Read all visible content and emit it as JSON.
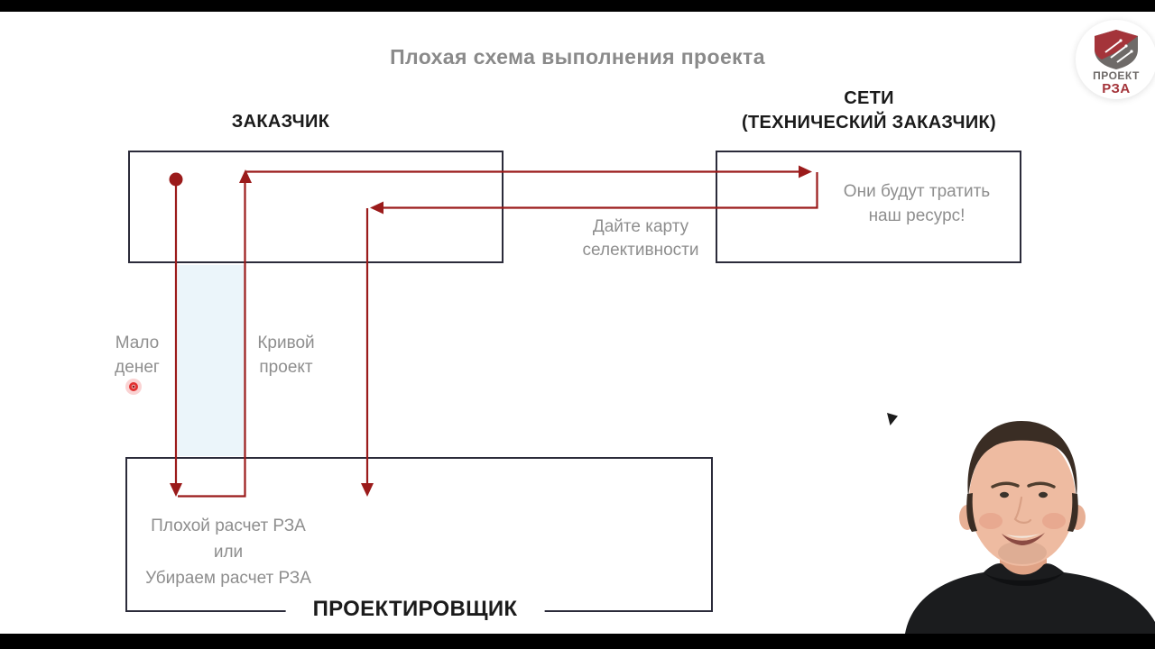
{
  "slide": {
    "title": "Плохая схема выполнения проекта",
    "nodes": {
      "customer": {
        "label": "ЗАКАЗЧИК"
      },
      "networks": {
        "label_line1": "СЕТИ",
        "label_line2": "(ТЕХНИЧЕСКИЙ ЗАКАЗЧИК)",
        "note_line1": "Они будут тратить",
        "note_line2": "наш ресурс!"
      },
      "designer": {
        "label": "ПРОЕКТИРОВЩИК",
        "note_line1": "Плохой расчет РЗА",
        "note_line2": "или",
        "note_line3": "Убираем расчет РЗА"
      }
    },
    "edge_labels": {
      "little_money": {
        "line1": "Мало",
        "line2": "денег"
      },
      "crooked_project": {
        "line1": "Кривой",
        "line2": "проект"
      },
      "selectivity_map": {
        "line1": "Дайте карту",
        "line2": "селективности"
      }
    },
    "colors": {
      "arrow": "#9b1b1b",
      "box_border": "#2b2b3a",
      "muted_text": "#8e8e8e",
      "dark_text": "#1b1b1b",
      "title_text": "#8a8a8a",
      "laser": "#e23030",
      "logo_red": "#a4343a",
      "logo_gray": "#6e6a68"
    }
  },
  "logo": {
    "line1": "ПРОЕКТ",
    "line2": "РЗА"
  }
}
